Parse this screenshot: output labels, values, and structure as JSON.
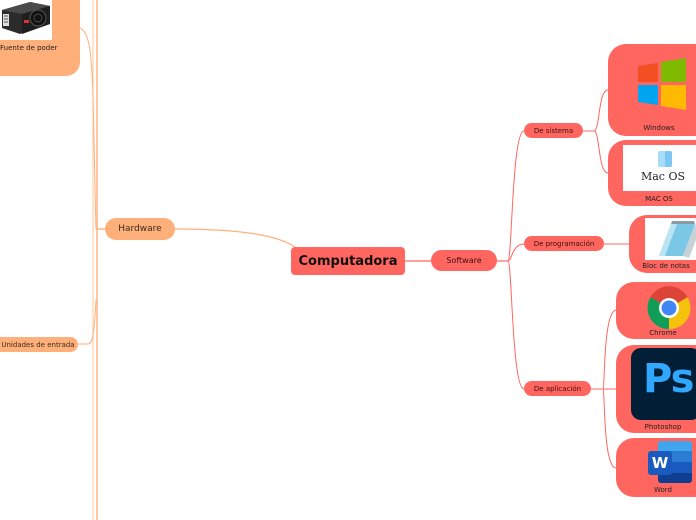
{
  "root": {
    "label": "Computadora",
    "color": "#ff6660"
  },
  "hardware": {
    "label": "Hardware",
    "color": "#ffb07a",
    "children": [
      {
        "label": "Fuente de poder",
        "icon": "power-supply-image"
      },
      {
        "label": "Unidades de entrada"
      }
    ]
  },
  "software": {
    "label": "Software",
    "color": "#ff6660",
    "categories": [
      {
        "label": "De sistema",
        "items": [
          {
            "label": "Windows",
            "icon": "windows-logo"
          },
          {
            "label": "MAC OS",
            "icon": "macos-logo",
            "logo_text": "Mac OS"
          }
        ]
      },
      {
        "label": "De programación",
        "items": [
          {
            "label": "Bloc de notas",
            "icon": "notepad-icon"
          }
        ]
      },
      {
        "label": "De aplicación",
        "items": [
          {
            "label": "Chrome",
            "icon": "chrome-logo"
          },
          {
            "label": "Photoshop",
            "icon": "photoshop-logo",
            "logo_text": "Ps"
          },
          {
            "label": "Word",
            "icon": "word-logo",
            "logo_text": "W"
          }
        ]
      }
    ]
  },
  "colors": {
    "hardware_line": "#ffb07a",
    "software_line": "#ff6660",
    "windows": [
      "#f25022",
      "#7fba00",
      "#00a4ef",
      "#ffb900"
    ],
    "photoshop_bg": "#001e36",
    "photoshop_fg": "#31a8ff",
    "word_blue": "#185abd"
  }
}
